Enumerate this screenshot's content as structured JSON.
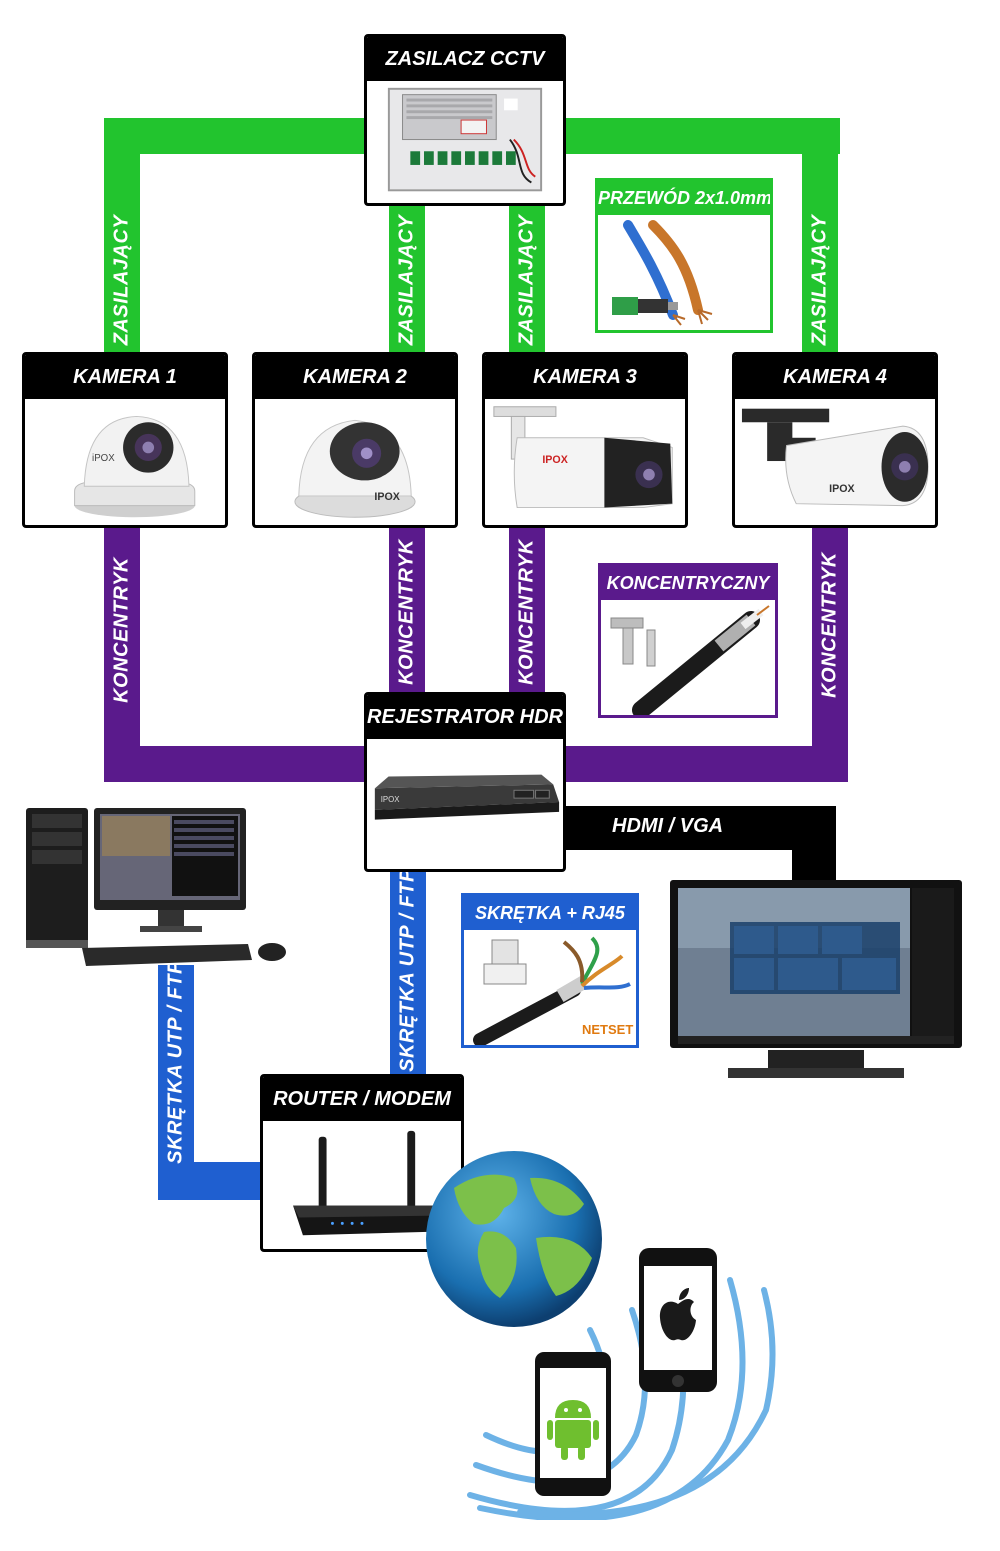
{
  "colors": {
    "power": "#22c42e",
    "coax": "#5a1a8c",
    "utp": "#1f5fd0",
    "hdmi": "#000000"
  },
  "power_supply": {
    "title": "ZASILACZ CCTV"
  },
  "cameras": [
    {
      "title": "KAMERA 1",
      "icon": "dome-camera-icon"
    },
    {
      "title": "KAMERA 2",
      "icon": "dome-camera-icon"
    },
    {
      "title": "KAMERA 3",
      "icon": "bullet-camera-icon"
    },
    {
      "title": "KAMERA 4",
      "icon": "bullet-camera-icon"
    }
  ],
  "power_cable_labels": [
    "ZASILAJĄCY",
    "ZASILAJĄCY",
    "ZASILAJĄCY",
    "ZASILAJĄCY"
  ],
  "coax_cable_labels": [
    "KONCENTRYK",
    "KONCENTRYK",
    "KONCENTRYK",
    "KONCENTRYK"
  ],
  "cards": {
    "power_wire": {
      "title": "PRZEWÓD 2x1.0mm"
    },
    "coax": {
      "title": "KONCENTRYCZNY"
    },
    "utp": {
      "title": "SKRĘTKA + RJ45",
      "brand": "NETSET"
    }
  },
  "recorder": {
    "title": "REJESTRATOR HDR"
  },
  "hdmi_label": "HDMI / VGA",
  "utp_labels": {
    "recorder_router": "SKRĘTKA UTP / FTP",
    "pc_router": "SKRĘTKA UTP / FTP"
  },
  "router": {
    "title": "ROUTER / MODEM"
  },
  "devices": {
    "pc": "desktop-computer-icon",
    "tv": "monitor-tv-icon",
    "globe": "globe-icon",
    "phones": [
      "apple-icon",
      "android-icon"
    ]
  }
}
